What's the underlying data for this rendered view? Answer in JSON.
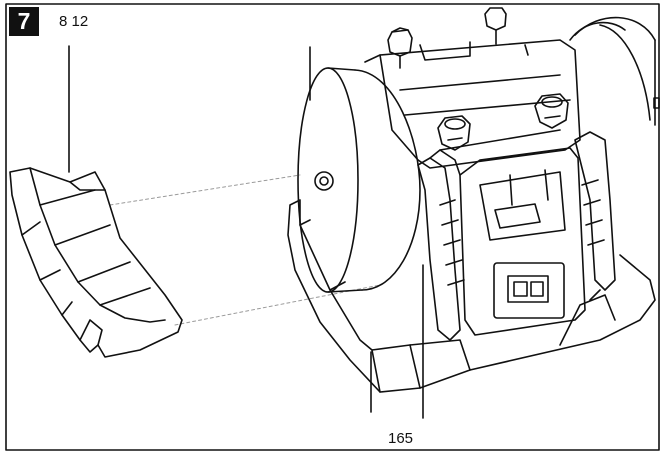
{
  "figure": {
    "step_number": "7",
    "part_labels": "8 12",
    "dimension_label": "165"
  },
  "colors": {
    "line": "#111111",
    "background": "#ffffff",
    "dashed": "#9a9a9a"
  }
}
